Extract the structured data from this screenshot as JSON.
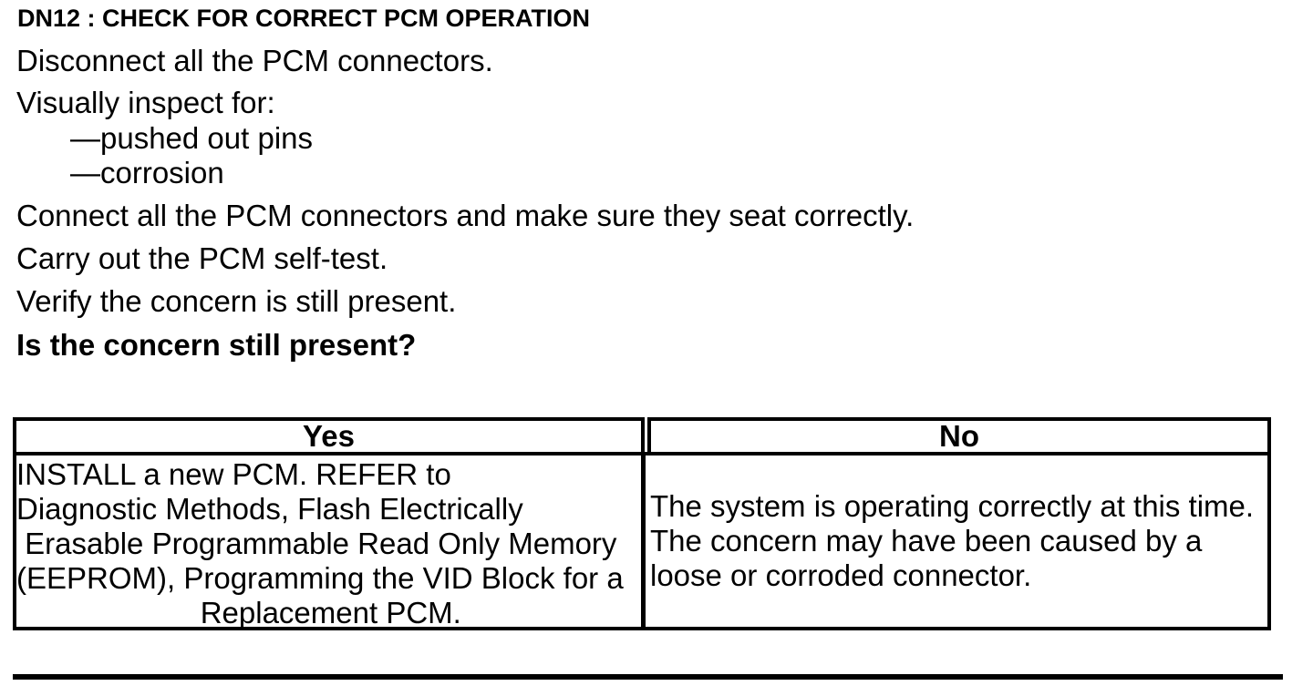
{
  "page": {
    "heading": "DN12 : CHECK FOR CORRECT PCM OPERATION",
    "steps": {
      "step1": "Disconnect all the PCM connectors.",
      "inspect_intro": "Visually inspect for:",
      "inspect_items": [
        "—pushed out pins",
        "—corrosion"
      ],
      "step3": "Connect all the PCM connectors and make sure they seat correctly.",
      "step4": "Carry out the PCM self-test.",
      "step5": "Verify the concern is still present.",
      "question": "Is the concern still present?"
    },
    "decision_table": {
      "yes_header": "Yes",
      "no_header": "No",
      "yes_action": "INSTALL a new PCM. REFER to\nDiagnostic Methods, Flash Electrically\n Erasable Programmable Read Only Memory\n(EEPROM), Programming the VID Block for a\n                      Replacement PCM.",
      "no_action": "The system is operating correctly at this time.\nThe concern may have been caused by a\nloose or corroded connector."
    },
    "colors": {
      "text": "#000000",
      "background": "#ffffff",
      "border": "#000000"
    }
  }
}
